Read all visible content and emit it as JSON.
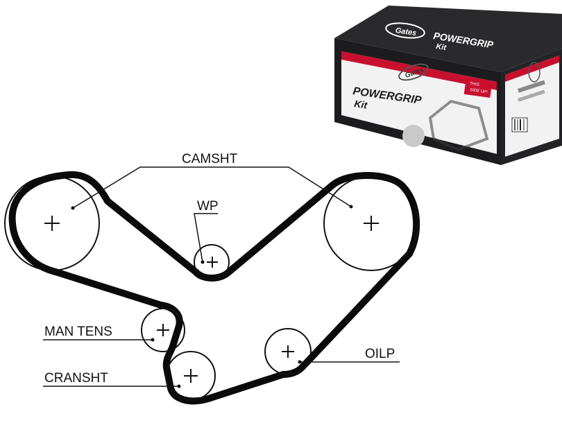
{
  "diagram": {
    "labels": {
      "camshaft": "CAMSHT",
      "water_pump": "WP",
      "manual_tensioner": "MAN TENS",
      "crankshaft": "CRANSHT",
      "oil_pump": "OILP"
    }
  },
  "product_box": {
    "brand": "Gates",
    "line1": "POWERGRIP",
    "line2": "Kit",
    "sticker_line1": "THIS",
    "sticker_line2": "SIDE UP!",
    "colors": {
      "box": "#1c1c1e",
      "stripe": "#c8102e",
      "panel": "#f4f4f4"
    }
  },
  "colors": {
    "belt": "#0a0a0a",
    "line": "#111111",
    "background": "#ffffff"
  }
}
